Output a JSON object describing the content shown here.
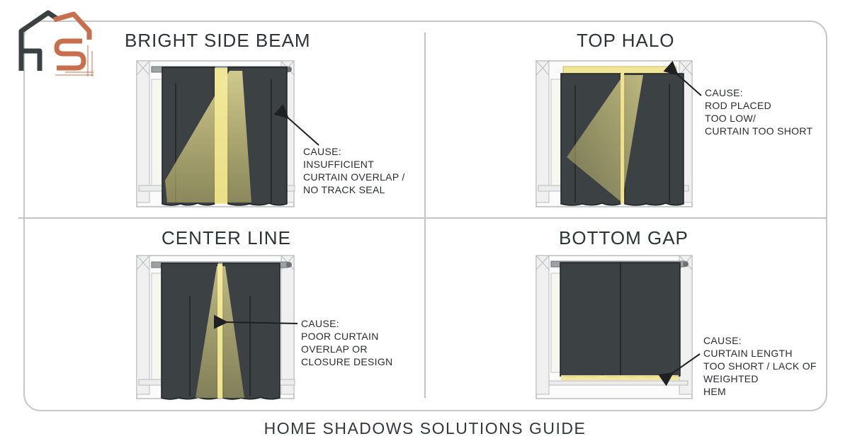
{
  "panels": [
    {
      "title": "BRIGHT SIDE BEAM",
      "cause": [
        "CAUSE:",
        "INSUFFICIENT",
        "CURTAIN OVERLAP /",
        "NO TRACK SEAL"
      ]
    },
    {
      "title": "TOP HALO",
      "cause": [
        "CAUSE:",
        "ROD PLACED",
        "TOO LOW/",
        "CURTAIN TOO SHORT"
      ]
    },
    {
      "title": "CENTER LINE",
      "cause": [
        "CAUSE:",
        "POOR CURTAIN",
        "OVERLAP OR",
        "CLOSURE DESIGN"
      ]
    },
    {
      "title": "BOTTOM GAP",
      "cause": [
        "CAUSE:",
        "CURTAIN LENGTH",
        "TOO SHORT / LACK OF",
        "WEIGHTED",
        "HEM"
      ]
    }
  ],
  "footer": "HOME SHADOWS SOLUTIONS GUIDE",
  "logo": {
    "letters": "HS",
    "icon": "house-logo-icon"
  },
  "colors": {
    "curtain": "#3c4244",
    "light": "#f2e9a3",
    "beam": "#e8df8c",
    "frame": "#b9bcbd",
    "logo_dark": "#3b4043",
    "logo_accent": "#c8704e"
  }
}
